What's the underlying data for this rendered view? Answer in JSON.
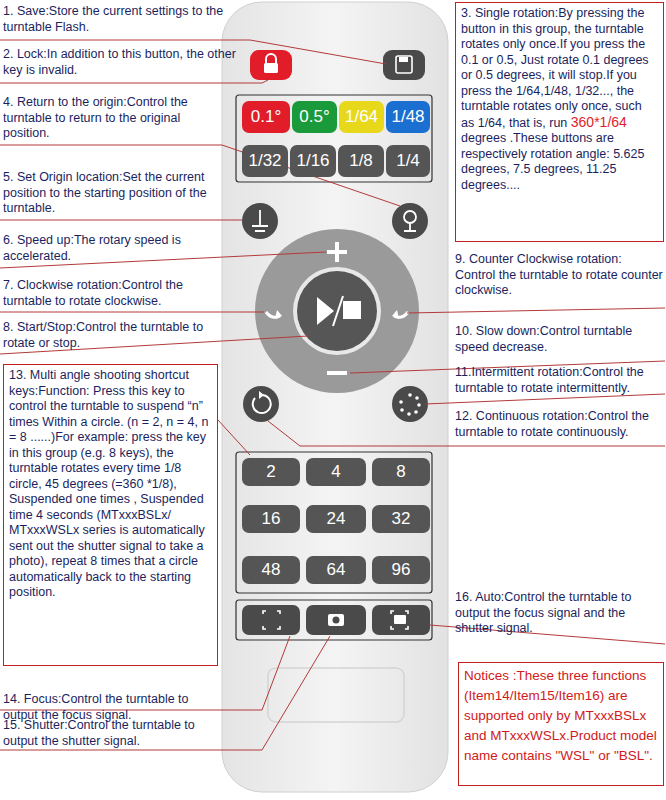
{
  "diagram": {
    "nodes": [
      {
        "text": [
          "0.1°"
        ]
      },
      {
        "text": [
          "0.5°"
        ]
      },
      {
        "text": [
          "1/64"
        ]
      },
      {
        "text": [
          "1/48"
        ]
      },
      {
        "text": [
          "1/32"
        ]
      },
      {
        "text": [
          "1/16"
        ]
      },
      {
        "text": [
          "1/8"
        ]
      },
      {
        "text": [
          "1/4"
        ]
      },
      {
        "text": [
          "3. Single rotation:By pressing the button in this group, the turntable rotates only once.If you press the 0.1 or 0.5, Just rotate 0.1 degrees or 0.5 degrees, it will stop.If you press the 1/64,1/48, 1/32..., the turntable rotates only once, such as 1/64, that is, run",
          "360*1/64",
          "degrees .These buttons are respectively rotation angle: 5.625 degrees, 7.5 degrees, 11.25 degrees...."
        ]
      },
      {
        "text": [
          "13. Multi angle shooting shortcut keys:Function: Press this key to control the turntable to suspend “n” times Within a circle. (n = 2, n = 4, n = 8 ......)For example: press the key in this group (e.g. 8 keys), the turntable rotates every time 1/8 circle, 45 degrees (=360 *1/8), Suspended one times , Suspended time 4 seconds (MTxxxBSLx/ MTxxxWSLx series is automatically sent out the shutter signal to take a photo), repeat 8 times that a circle automatically back to the starting position."
        ]
      },
      {
        "text": [
          "2"
        ]
      },
      {
        "text": [
          "4"
        ]
      },
      {
        "text": [
          "8"
        ]
      },
      {
        "text": [
          "16"
        ]
      },
      {
        "text": [
          "24"
        ]
      },
      {
        "text": [
          "32"
        ]
      },
      {
        "text": [
          "48"
        ]
      },
      {
        "text": [
          "64"
        ]
      },
      {
        "text": [
          "96"
        ]
      },
      {
        "text": [
          "Notices :These three functions (Item14/Item15/Item16) are supported only by MTxxxBSLx and MTxxxWSLx.Product model name contains \"WSL\" or \"BSL\"."
        ]
      }
    ],
    "labels": [
      "1. Save:Store the current settings to the turntable Flash.",
      "2. Lock:In addition to this button, the other key is invalid.",
      "4. Return to the origin:Control the turntable to return to the original position.",
      "5. Set Origin location:Set the current position to the starting position of the turntable.",
      "6. Speed up:The rotary speed is accelerated.",
      "7. Clockwise rotation:Control the turntable to rotate clockwise.",
      "8. Start/Stop:Control the turntable to rotate or stop.",
      "9. Counter Clockwise rotation: Control the turntable to rotate counter clockwise.",
      "10. Slow down:Control turntable speed decrease.",
      "11.Intermittent rotation:Control the turntable to rotate intermittently.",
      "12. Continuous rotation:Control the turntable to rotate continuously.",
      "14. Focus:Control the turntable to output the focus signal.",
      "15. Shutter:Control the turntable to output the shutter signal.",
      "16. Auto:Control the turntable to output the focus signal and the shutter signal."
    ]
  }
}
